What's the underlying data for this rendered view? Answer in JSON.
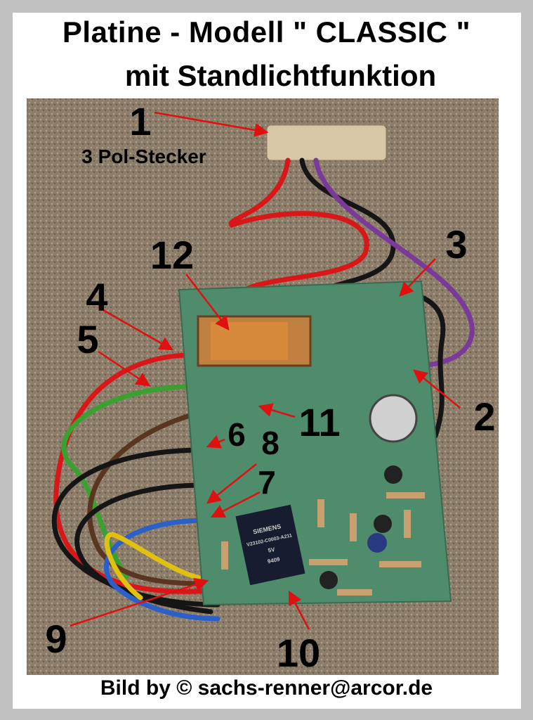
{
  "title": {
    "line1": "Platine - Modell \" CLASSIC \"",
    "line2": "mit Standlichtfunktion"
  },
  "labels": {
    "n1": "1",
    "connector": "3 Pol-Stecker",
    "n2": "2",
    "n3": "3",
    "n4": "4",
    "n5": "5",
    "n6": "6",
    "n7": "7",
    "n8": "8",
    "n9": "9",
    "n10": "10",
    "n11": "11",
    "n12": "12"
  },
  "relay_text": [
    "SIEMENS",
    "V23102-C0003-A211",
    "5V",
    "9409"
  ],
  "footer": "Bild by ©  sachs-renner@arcor.de",
  "colors": {
    "arrow": "#e01010",
    "pcb": "#4e8c6c",
    "background": "#c0c0c0"
  }
}
